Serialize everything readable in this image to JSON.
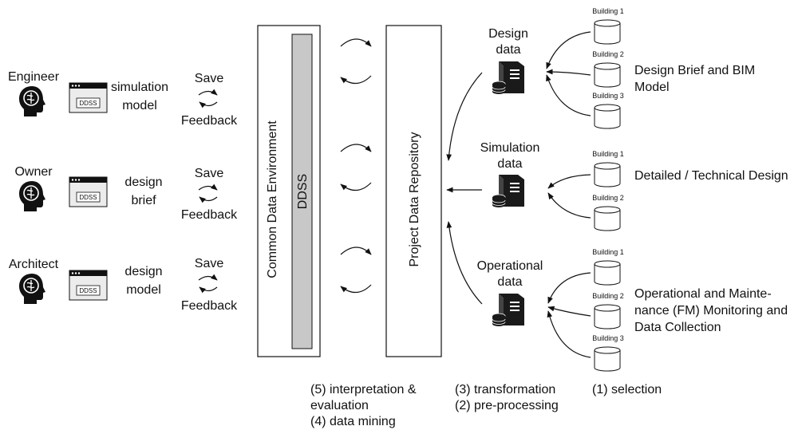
{
  "stakeholders": [
    {
      "role": "Engineer",
      "model_line1": "simulation",
      "model_line2": "model",
      "window_label": "DDSS",
      "save": "Save",
      "feedback": "Feedback"
    },
    {
      "role": "Owner",
      "model_line1": "design",
      "model_line2": "brief",
      "window_label": "DDSS",
      "save": "Save",
      "feedback": "Feedback"
    },
    {
      "role": "Architect",
      "model_line1": "design",
      "model_line2": "model",
      "window_label": "DDSS",
      "save": "Save",
      "feedback": "Feedback"
    }
  ],
  "cde": {
    "label": "Common Data Environment",
    "inner_label": "DDSS"
  },
  "repository": {
    "label": "Project Data Repository"
  },
  "data_groups": [
    {
      "title_line1": "Design",
      "title_line2": "data",
      "buildings": [
        "Building 1",
        "Building 2",
        "Building 3"
      ],
      "description": [
        "Design Brief and BIM",
        "Model"
      ]
    },
    {
      "title_line1": "Simulation",
      "title_line2": "data",
      "buildings": [
        "Building 1",
        "Building 2"
      ],
      "description": [
        "Detailed / Technical Design"
      ]
    },
    {
      "title_line1": "Operational",
      "title_line2": "data",
      "buildings": [
        "Building 1",
        "Building 2",
        "Building 3"
      ],
      "description": [
        "Operational and Mainte-",
        "nance (FM) Monitoring and",
        "Data Collection"
      ]
    }
  ],
  "steps": {
    "left": [
      "(5) interpretation &",
      "evaluation",
      "(4) data mining"
    ],
    "middle": [
      "(3) transformation",
      "(2) pre-processing"
    ],
    "right": [
      "(1) selection"
    ]
  },
  "colors": {
    "stroke": "#111111",
    "ddss_fill": "#c8c8c8",
    "window_fill": "#ececec",
    "icon_fill": "#1a1a1a"
  }
}
